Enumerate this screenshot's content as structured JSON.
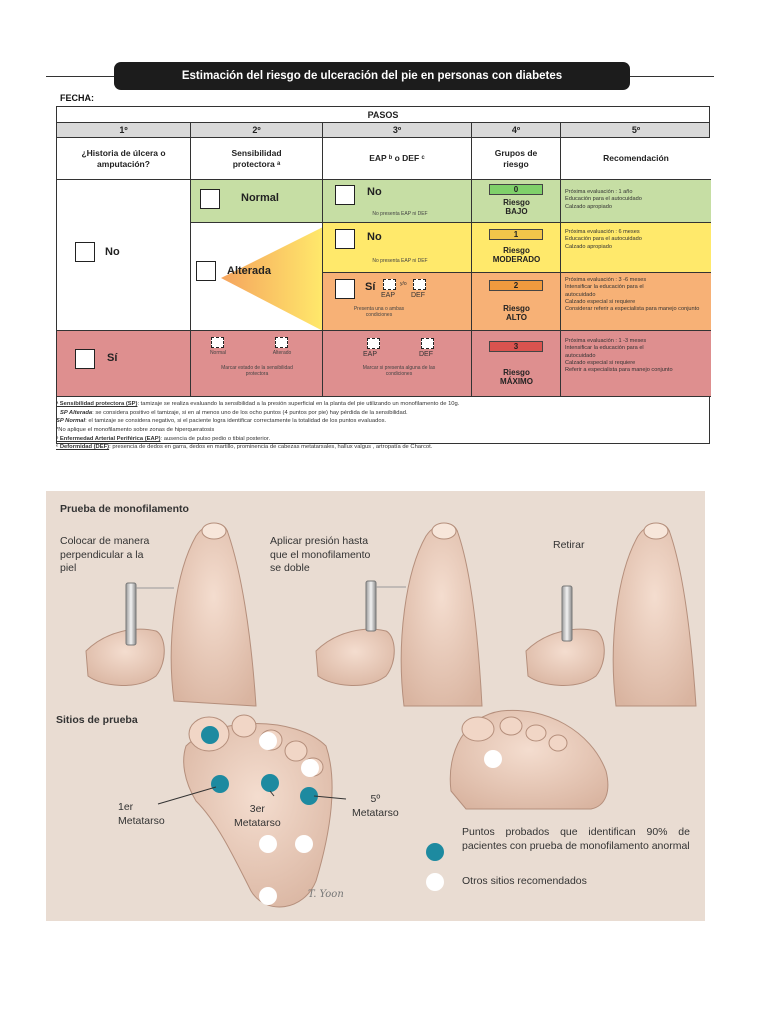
{
  "document": {
    "title": "Estimación del riesgo de ulceración del pie en personas con diabetes",
    "fecha_label": "FECHA:",
    "pasos_label": "PASOS",
    "steps": [
      "1º",
      "2º",
      "3º",
      "4º",
      "5º"
    ],
    "headers": {
      "col1": "¿Historia de úlcera o amputación?",
      "col2": "Sensibilidad protectora ᵃ",
      "col3": "EAP ᵇ  o  DEF ᶜ",
      "col4": "Grupos de riesgo",
      "col5": "Recomendación"
    },
    "col1": {
      "no_label": "No",
      "si_label": "Sí"
    },
    "col2": {
      "normal_label": "Normal",
      "alterada_label": "Alterada",
      "bottom_normal": "Normal",
      "bottom_alterado": "Alterado",
      "bottom_note": "Marcar estado de la sensibilidad protectora"
    },
    "col3": {
      "row1_label": "No",
      "row1_note": "No presenta EAP ni DEF",
      "row2_label": "No",
      "row2_note": "No presenta EAP ni DEF",
      "row3_label": "Sí",
      "row3_and_or": "y/o",
      "row3_eap": "EAP",
      "row3_def": "DEF",
      "row3_note": "Presenta una o ambas condiciones",
      "row4_eap": "EAP",
      "row4_def": "DEF",
      "row4_note": "Marcar si presenta alguna de las condiciones"
    },
    "risk_groups": [
      {
        "badge": "0",
        "line1": "Riesgo",
        "line2": "BAJO"
      },
      {
        "badge": "1",
        "line1": "Riesgo",
        "line2": "MODERADO"
      },
      {
        "badge": "2",
        "line1": "Riesgo",
        "line2": "ALTO"
      },
      {
        "badge": "3",
        "line1": "Riesgo",
        "line2": "MÁXIMO"
      }
    ],
    "recommendations": [
      {
        "l1": "Próxima evaluación : 1 año",
        "l2": "Educación para el autocuidado",
        "l3": "Calzado apropiado",
        "l4": "",
        "l5": ""
      },
      {
        "l1": "Próxima evaluación : 6 meses",
        "l2": "Educación para el autocuidado",
        "l3": "Calzado apropiado",
        "l4": "",
        "l5": ""
      },
      {
        "l1": "Próxima evaluación : 3 -6 meses",
        "l2": "Intensificar la educación para el",
        "l3": "autocuidado",
        "l4": "Calzado especial si requiere",
        "l5": "Considerar referir a especialista para manejo conjunto"
      },
      {
        "l1": "Próxima evaluación : 1 -3 meses",
        "l2": "Intensificar la educación para el",
        "l3": "autocuidado",
        "l4": "Calzado especial si requiere",
        "l5": "Referir a especialista para manejo conjunto"
      }
    ],
    "notes": {
      "n1_head": "ᵃ Sensibilidad protectora (SP)",
      "n1_body": ": tamizaje se realiza evaluando la sensibilidad a la presión superficial en la planta del pie utilizando un monofilamento de 10g.",
      "n2_head": "SP Alterada",
      "n2_body": ": se considera positivo el tamizaje, si en al menos uno de los ocho puntos (4 puntos por pie) hay pérdida de la sensibilidad.",
      "n3_head": "SP Normal",
      "n3_body": ": el tamizaje se considera negativo, si el paciente logra identificar correctamente la totalidad de los puntos evaluados.",
      "n4": "*No aplique el monofilamento sobre zonas de hiperqueratosis",
      "n5_head": "ᵇ Enfermedad Arterial Periférica (EAP)",
      "n5_body": ": ausencia de pulso pedio o tibial posterior.",
      "n6_head": "ᶜ Deformidad (DEF)",
      "n6_body": ": presencia de dedos en garra, dedos en martillo, prominencia de cabezas metatarsales, hallux valgus , artropatía de Charcot."
    },
    "colors": {
      "green": "#c6dea4",
      "yellow": "#ffe96b",
      "orange": "#f7b176",
      "red": "#de8f8f"
    }
  },
  "illustration": {
    "title": "Prueba de monofilamento",
    "step1": "Colocar de manera perpendicular a la piel",
    "step2": "Aplicar presión hasta que el monofilamento se doble",
    "step3": "Retirar",
    "sites_title": "Sitios de prueba",
    "label_1er_a": "1er",
    "label_1er_b": "Metatarso",
    "label_3er_a": "3er",
    "label_3er_b": "Metatarso",
    "label_5_a": "5º",
    "label_5_b": "Metatarso",
    "legend_blue": "Puntos probados que identifican 90% de pacientes con prueba de monofilamento anormal",
    "legend_white": "Otros sitios recomendados",
    "signature": "T. Yoon"
  }
}
